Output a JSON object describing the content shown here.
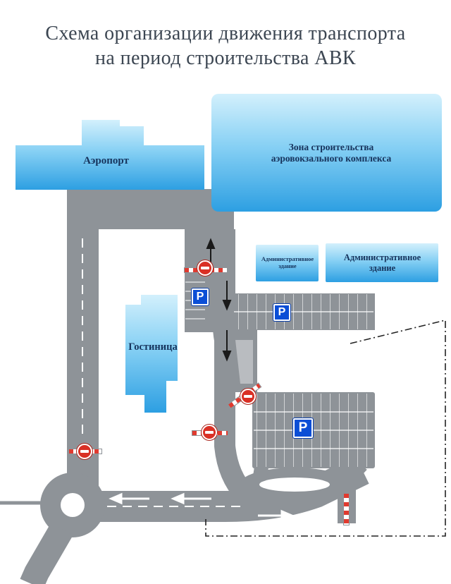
{
  "title": {
    "line1": "Схема организации движения транспорта",
    "line2": "на период строительства АВК"
  },
  "buildings": {
    "airport": {
      "label": "Аэропорт"
    },
    "construction_zone": {
      "line1": "Зона строительства",
      "line2": "аэровокзального комплекса"
    },
    "admin_building_small": {
      "line1": "Административное",
      "line2": "здание"
    },
    "admin_building_large": {
      "line1": "Административное",
      "line2": "здание"
    },
    "hotel": {
      "label": "Гостиница"
    }
  },
  "signs": {
    "parking_letter": "P"
  },
  "icons": {
    "parking_sign": "blue square with white letter P",
    "no_entry_sign": "red circle with white horizontal bar",
    "barrier_stripe": "red-white striped closure bar",
    "site_boundary": "black dash-dot line"
  },
  "colors": {
    "title_text": "#3c4652",
    "label_text": "#16335c",
    "building_gradient_top": "#d3f0fc",
    "building_gradient_bottom": "#2d9fe2",
    "road_gray": "#8e9398",
    "island_gray": "#b9bcc0",
    "parking_blue": "#0b4ed6",
    "no_entry_red": "#d93025",
    "stripe_red": "#e03a2f"
  }
}
